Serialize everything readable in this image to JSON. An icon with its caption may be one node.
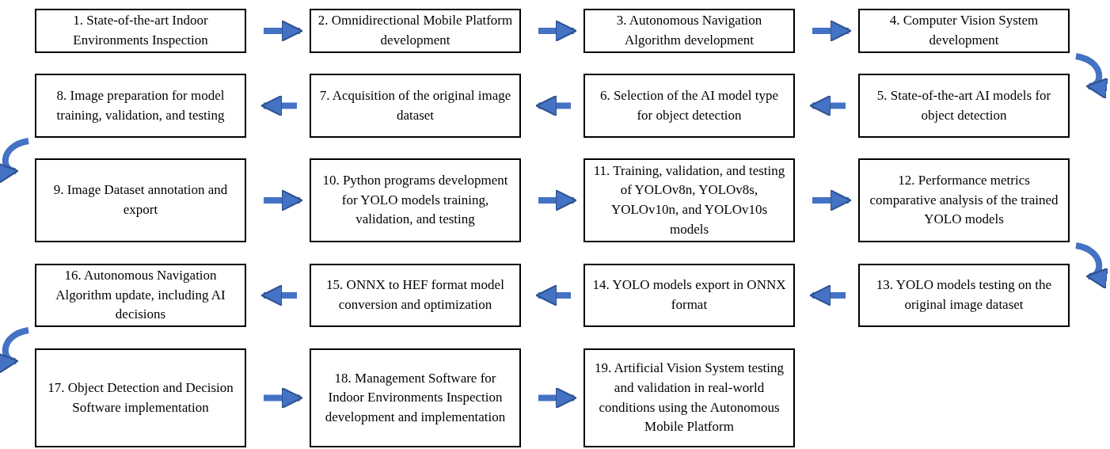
{
  "diagram": {
    "nodes": [
      {
        "text": [
          "1. State-of-the-art Indoor Environments Inspection"
        ]
      },
      {
        "text": [
          "2. Omnidirectional Mobile Platform development"
        ]
      },
      {
        "text": [
          "3. Autonomous Navigation Algorithm development"
        ]
      },
      {
        "text": [
          "4. Computer Vision System development"
        ]
      },
      {
        "text": [
          "5. State-of-the-art AI models for object detection"
        ]
      },
      {
        "text": [
          "6. Selection of the AI model type for object detection"
        ]
      },
      {
        "text": [
          "7. Acquisition of the original image dataset"
        ]
      },
      {
        "text": [
          "8. Image preparation for model training, validation, and testing"
        ]
      },
      {
        "text": [
          "9. Image Dataset annotation and export"
        ]
      },
      {
        "text": [
          "10. Python programs development for YOLO models training, validation, and testing"
        ]
      },
      {
        "text": [
          "11. Training, validation, and testing of YOLOv8n, YOLOv8s, YOLOv10n, and YOLOv10s models"
        ]
      },
      {
        "text": [
          "12. Performance metrics comparative analysis of the trained YOLO models"
        ]
      },
      {
        "text": [
          "13. YOLO models testing on the original image dataset"
        ]
      },
      {
        "text": [
          "14. YOLO models export in ONNX format"
        ]
      },
      {
        "text": [
          "15. ONNX to HEF format model conversion and optimization"
        ]
      },
      {
        "text": [
          "16. Autonomous Navigation Algorithm update, including AI decisions"
        ]
      },
      {
        "text": [
          "17. Object Detection and Decision Software implementation"
        ]
      },
      {
        "text": [
          "18. Management Software for Indoor Environments Inspection development and implementation"
        ]
      },
      {
        "text": [
          "19. Artificial Vision System testing and validation in real-world conditions using the Autonomous Mobile Platform"
        ]
      }
    ],
    "edges": [
      {
        "from": 0,
        "to": 1,
        "arrow": "to"
      },
      {
        "from": 1,
        "to": 2,
        "arrow": "to"
      },
      {
        "from": 2,
        "to": 3,
        "arrow": "to"
      },
      {
        "from": 3,
        "to": 4,
        "arrow": "to"
      },
      {
        "from": 4,
        "to": 5,
        "arrow": "to"
      },
      {
        "from": 5,
        "to": 6,
        "arrow": "to"
      },
      {
        "from": 6,
        "to": 7,
        "arrow": "to"
      },
      {
        "from": 7,
        "to": 8,
        "arrow": "to"
      },
      {
        "from": 8,
        "to": 9,
        "arrow": "to"
      },
      {
        "from": 9,
        "to": 10,
        "arrow": "to"
      },
      {
        "from": 10,
        "to": 11,
        "arrow": "to"
      },
      {
        "from": 11,
        "to": 12,
        "arrow": "to"
      },
      {
        "from": 12,
        "to": 13,
        "arrow": "to"
      },
      {
        "from": 13,
        "to": 14,
        "arrow": "to"
      },
      {
        "from": 14,
        "to": 15,
        "arrow": "to"
      },
      {
        "from": 15,
        "to": 16,
        "arrow": "to"
      },
      {
        "from": 16,
        "to": 17,
        "arrow": "to"
      },
      {
        "from": 17,
        "to": 18,
        "arrow": "to"
      }
    ]
  }
}
